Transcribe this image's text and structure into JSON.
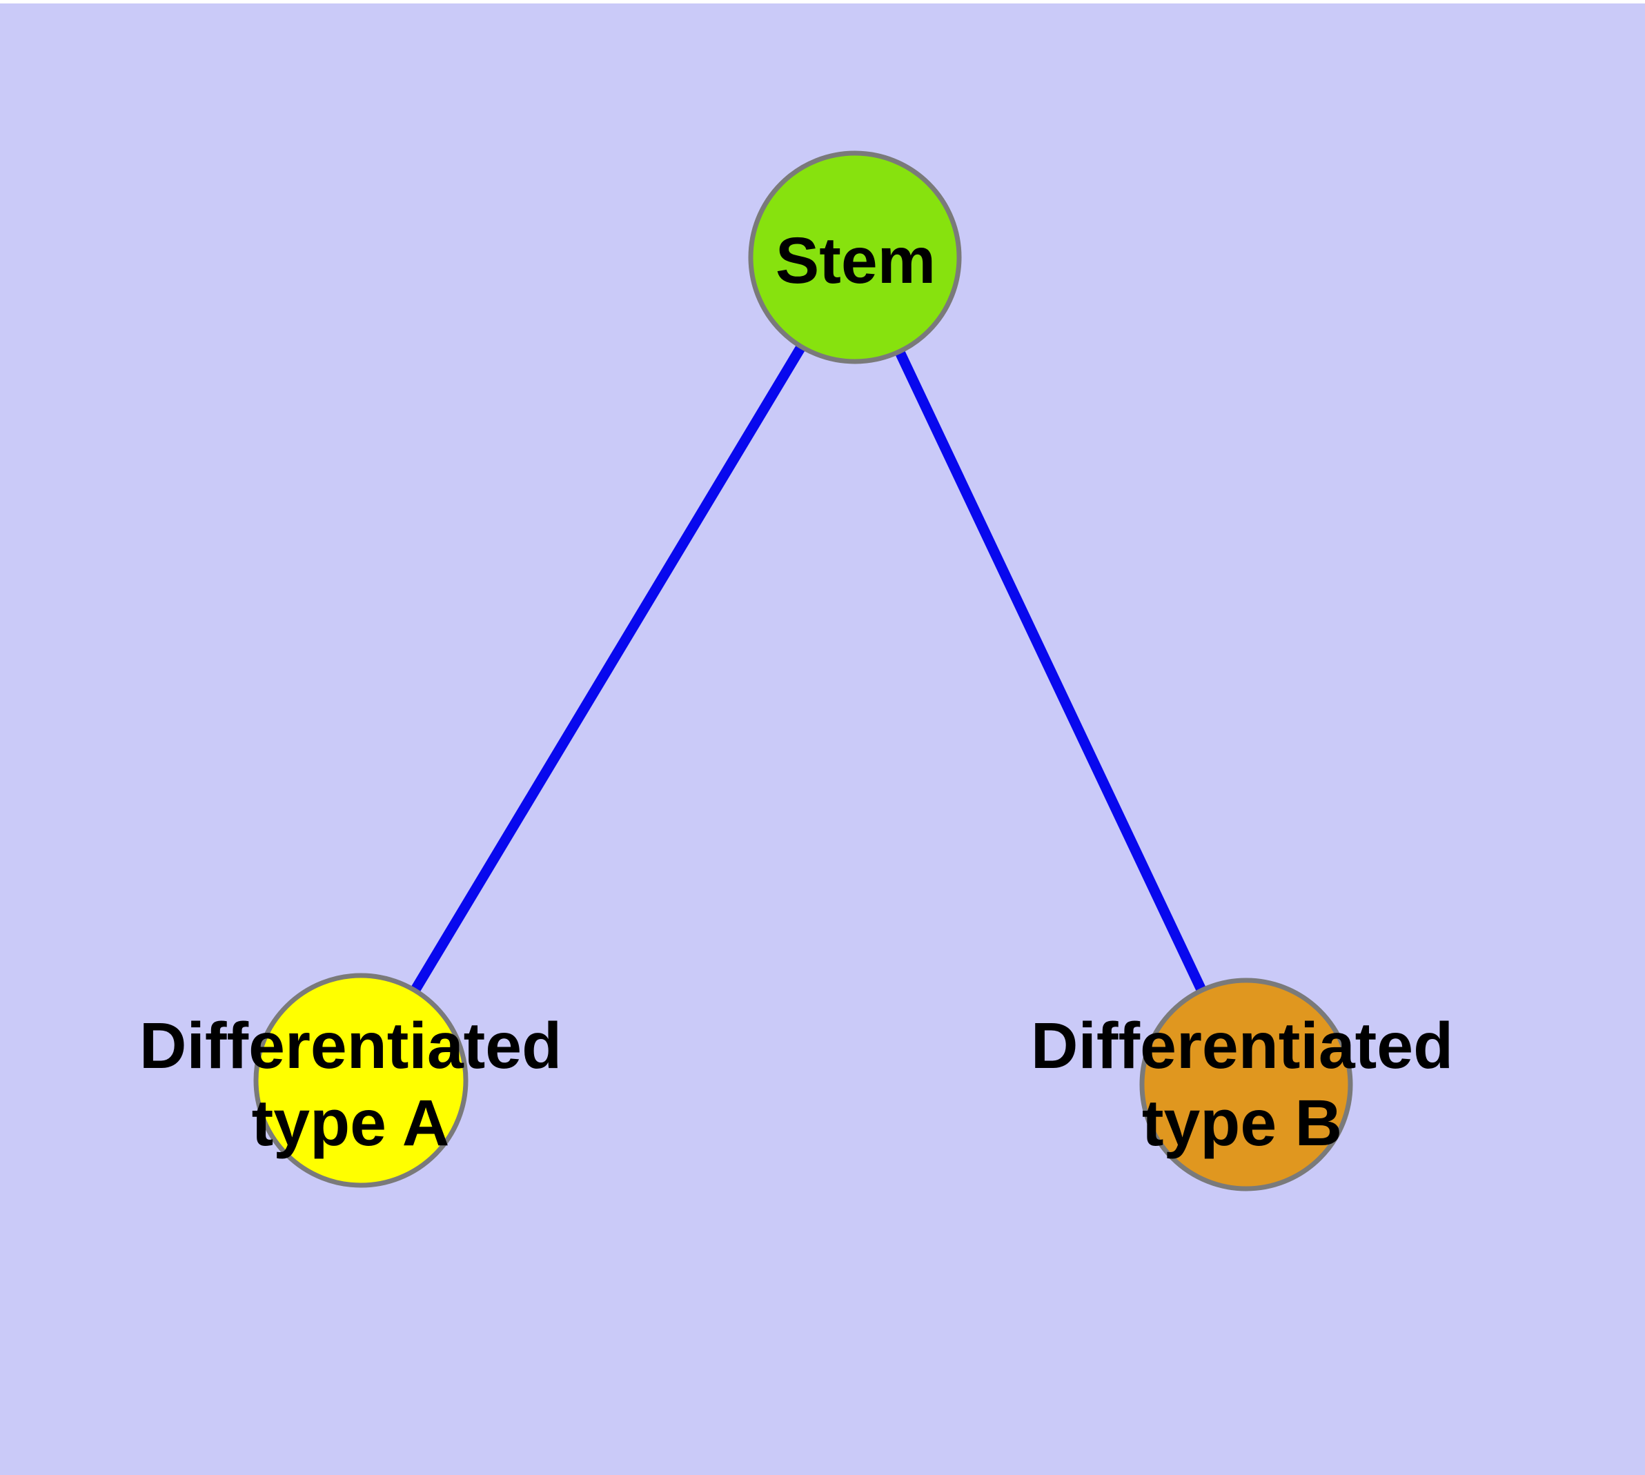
{
  "canvas": {
    "background_color": "#CACAF8",
    "top_strip_color": "#FFFFFF"
  },
  "style": {
    "node_border_color": "#7A7A7A",
    "edge_color": "#0808EE",
    "text_color": "#000000",
    "stem_fill": "#87E20E",
    "type_a_fill": "#FFFF00",
    "type_b_fill": "#E0971F"
  },
  "nodes": {
    "stem": {
      "label": "Stem"
    },
    "type_a": {
      "line1": "Differentiated",
      "line2": "type A"
    },
    "type_b": {
      "line1": "Differentiated",
      "line2": "type B"
    }
  },
  "edges": [
    {
      "from": "Stem",
      "to": "Differentiated type A"
    },
    {
      "from": "Stem",
      "to": "Differentiated type B"
    }
  ]
}
